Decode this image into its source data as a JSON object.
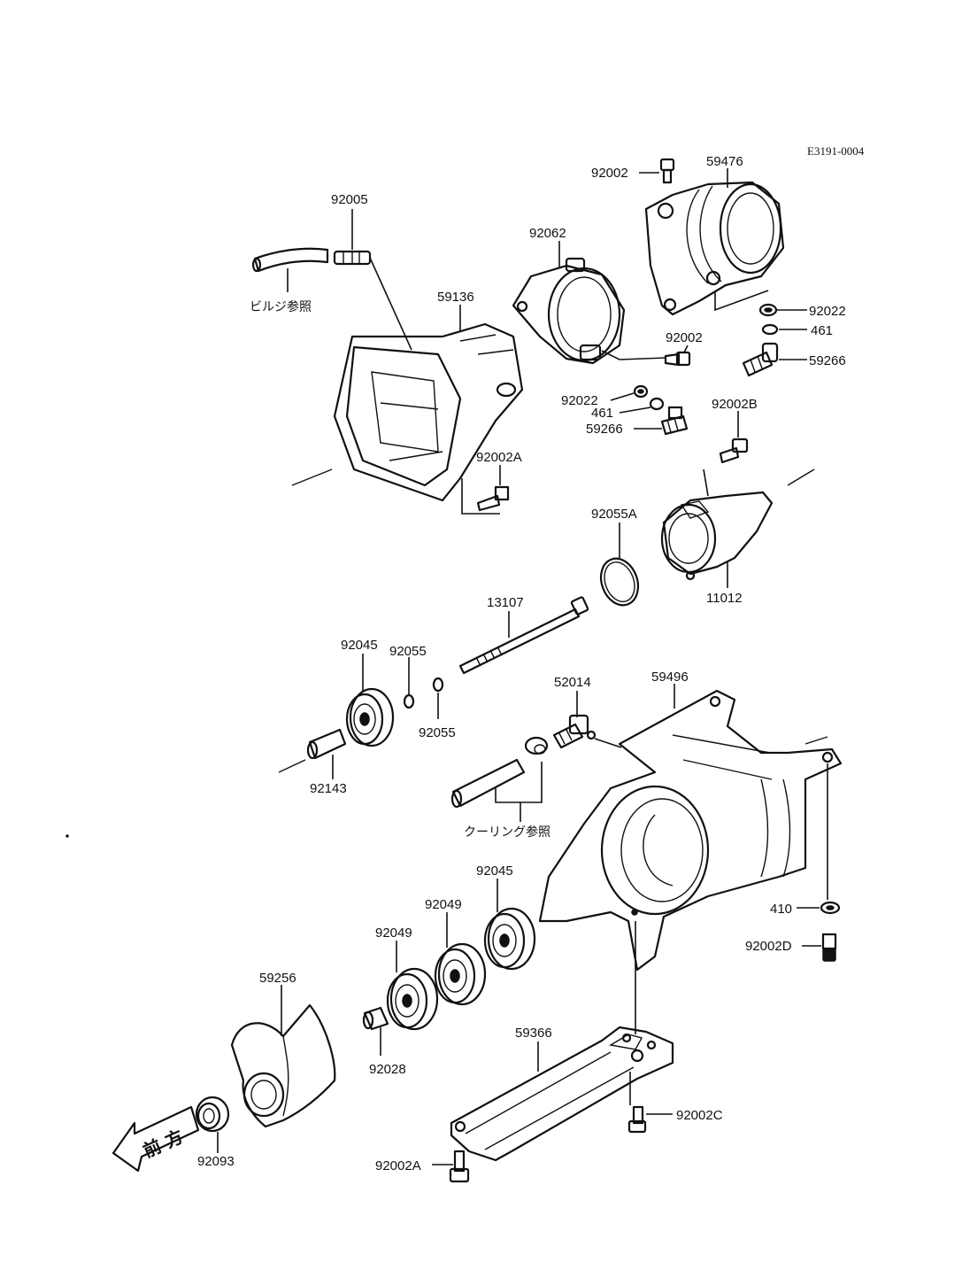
{
  "drawing_code": "E3191-0004",
  "notes": {
    "bilge_ref": "ビルジ参照",
    "cooling_ref": "クーリング参照"
  },
  "front_arrow": "前 方",
  "labels": {
    "p92002_top": "92002",
    "p59476": "59476",
    "p92005": "92005",
    "p92062": "92062",
    "p59136": "59136",
    "p92022_right": "92022",
    "p461_right": "461",
    "p59266_right": "59266",
    "p92002_mid": "92002",
    "p92022_mid": "92022",
    "p461_mid": "461",
    "p59266_mid": "59266",
    "p92002B": "92002B",
    "p92002A_upper": "92002A",
    "p92055A": "92055A",
    "p11012": "11012",
    "p13107": "13107",
    "p92045_upper": "92045",
    "p92055_a": "92055",
    "p92055_b": "92055",
    "p92143": "92143",
    "p52014": "52014",
    "p59496": "59496",
    "p92045_lower": "92045",
    "p92049_a": "92049",
    "p92049_b": "92049",
    "p410": "410",
    "p92002D": "92002D",
    "p59256": "59256",
    "p92028": "92028",
    "p59366": "59366",
    "p92002C": "92002C",
    "p92093": "92093",
    "p92002A_lower": "92002A"
  }
}
